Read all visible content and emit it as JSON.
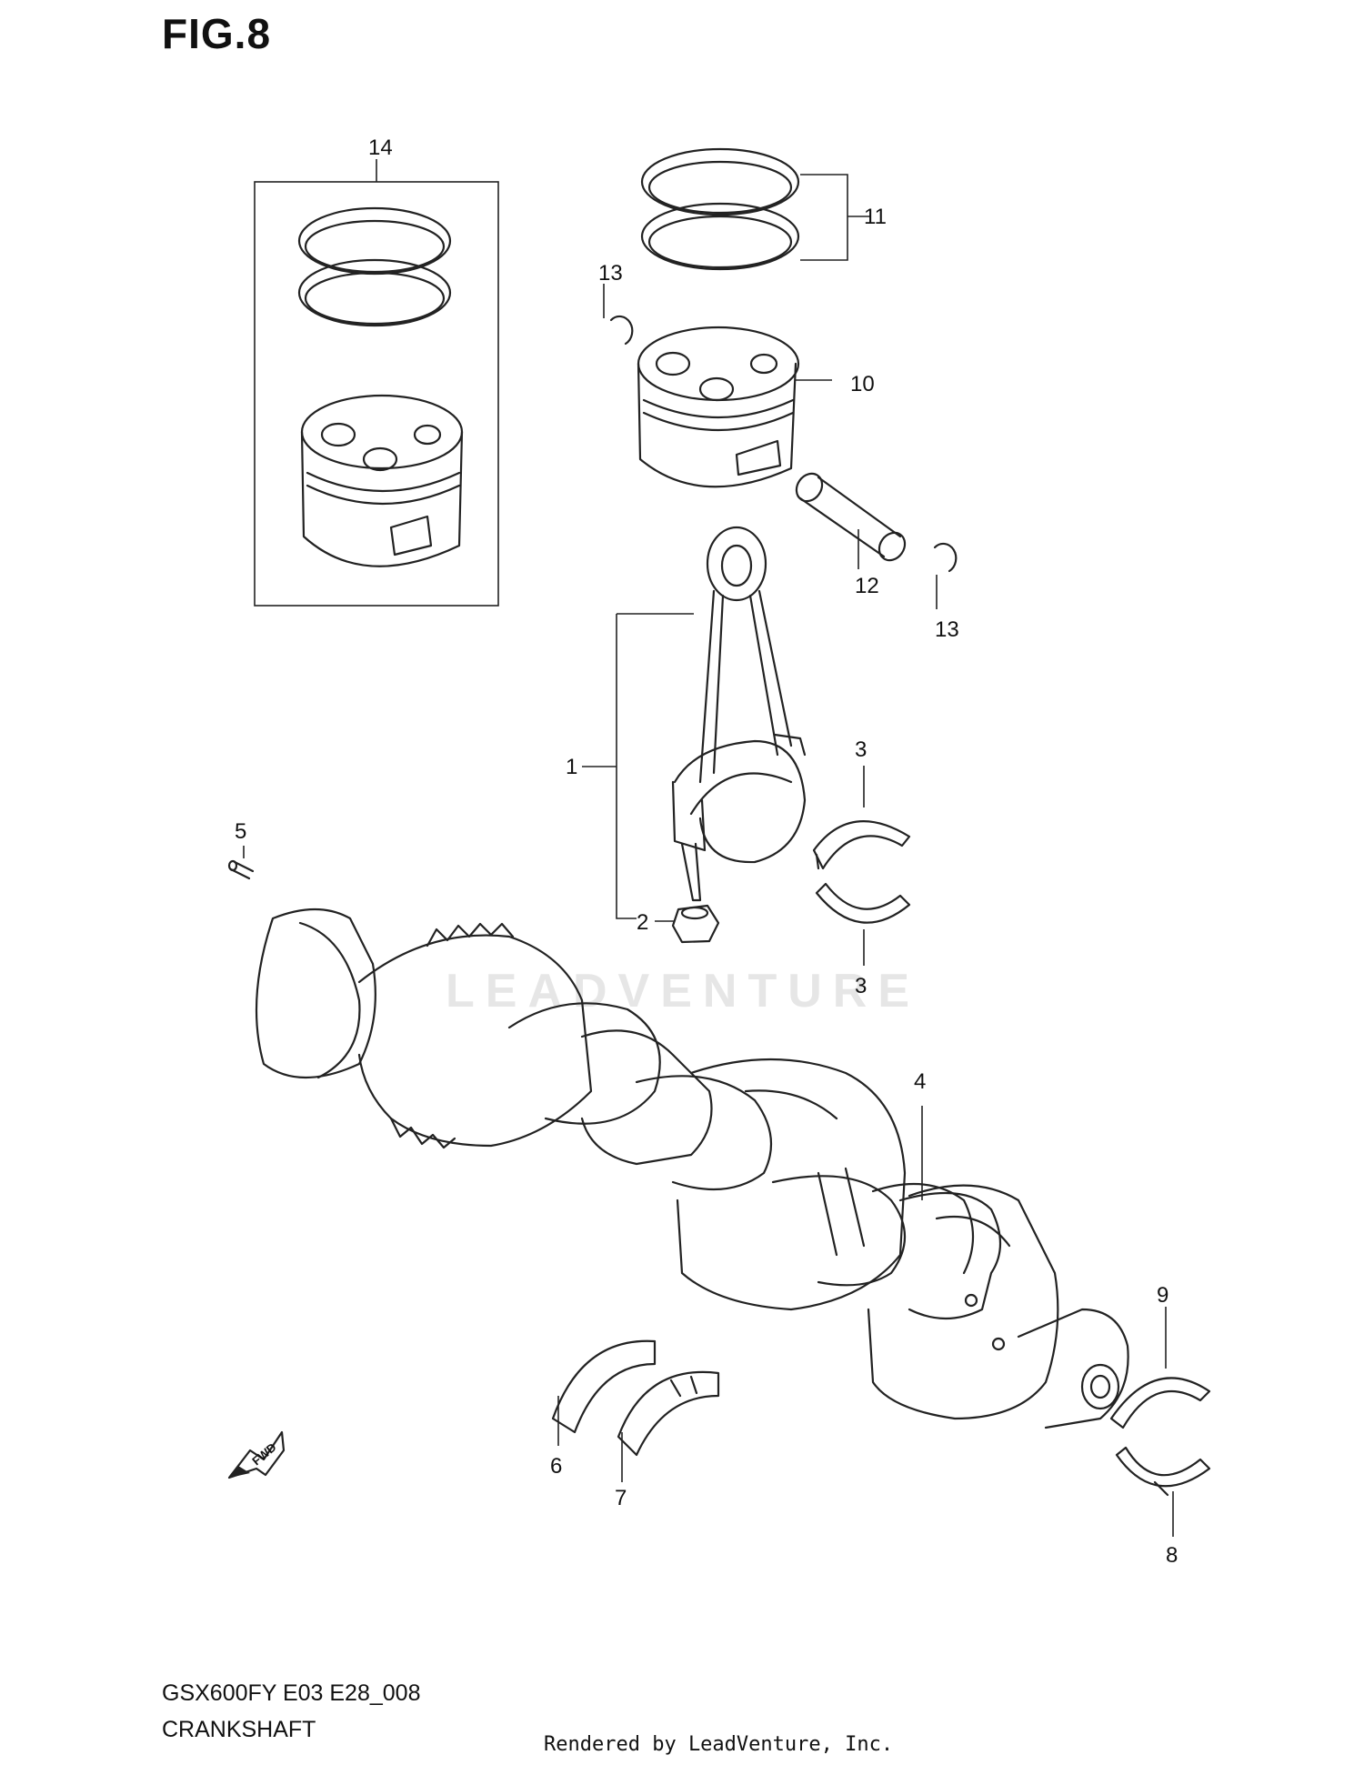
{
  "figure": {
    "title": "FIG.8"
  },
  "watermark": {
    "text": "LEADVENTURE"
  },
  "callouts": {
    "c1": "1",
    "c2": "2",
    "c3a": "3",
    "c3b": "3",
    "c4": "4",
    "c5": "5",
    "c6": "6",
    "c7": "7",
    "c8": "8",
    "c9": "9",
    "c10": "10",
    "c11": "11",
    "c12": "12",
    "c13a": "13",
    "c13b": "13",
    "c14": "14"
  },
  "badge": {
    "fwd": "FWD"
  },
  "footer": {
    "model_code": "GSX600FY E03 E28_008",
    "section_name": "CRANKSHAFT",
    "rendered_by": "Rendered by LeadVenture, Inc."
  }
}
